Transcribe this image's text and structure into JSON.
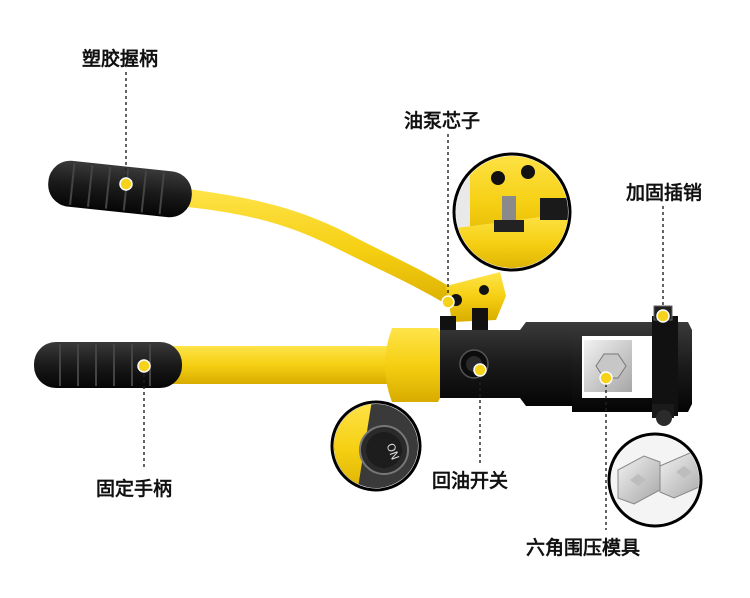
{
  "labels": {
    "plastic_grip": "塑胶握柄",
    "pump_core": "油泵芯子",
    "reinforced_pin": "加固插销",
    "fixed_handle": "固定手柄",
    "oil_return_switch": "回油开关",
    "hex_crimp_die": "六角围压模具"
  },
  "switch_text": "ON",
  "colors": {
    "accent_yellow": "#f6d21a",
    "tool_black": "#1b1b1b",
    "grip_black": "#151515"
  }
}
